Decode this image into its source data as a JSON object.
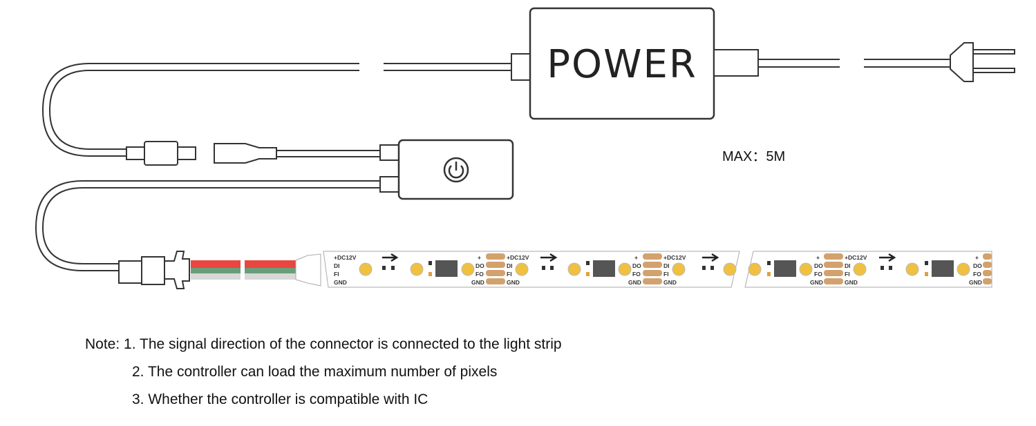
{
  "power_box": {
    "label": "POWER"
  },
  "max_length": "MAX：5M",
  "strip_pads": {
    "plus": "+",
    "dc12v": "+DC12V",
    "di": "DI",
    "fi": "FI",
    "gnd": "GND",
    "do": "DO",
    "fo": "FO"
  },
  "notes": {
    "prefix": "Note:",
    "items": [
      "1. The signal direction of the connector is connected to the light strip",
      "2. The controller can load the maximum number of pixels",
      "3. Whether the controller is compatible with IC"
    ]
  },
  "colors": {
    "line": "#333333",
    "wire_red": "#e8473f",
    "wire_green": "#6a9e7a",
    "wire_gray": "#d8d8d8",
    "copper_pad": "#d2a26e",
    "led_yellow": "#f0c040",
    "ic_chip": "#555555"
  }
}
